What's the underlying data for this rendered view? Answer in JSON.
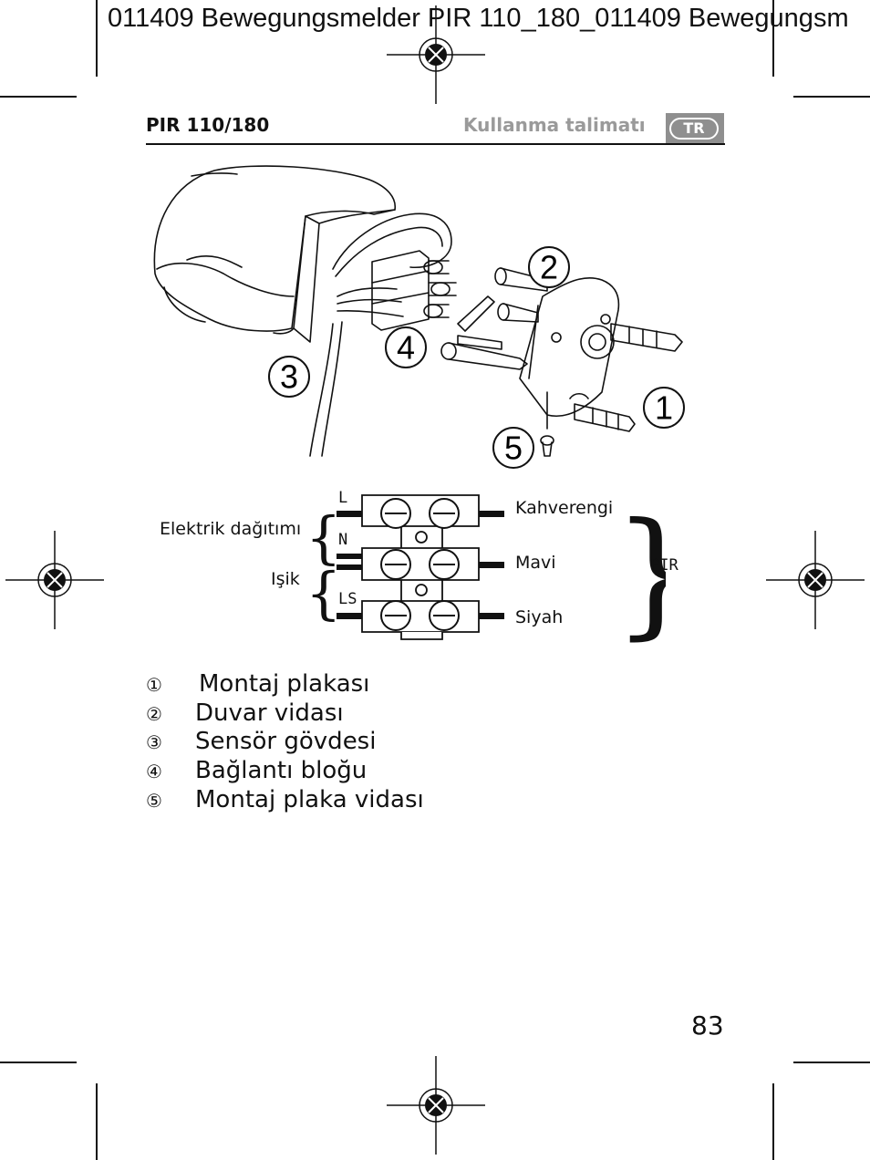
{
  "slug": "011409 Bewegungsmelder PIR 110_180_011409 Bewegungsm",
  "header": {
    "model": "PIR 110/180",
    "section": "Kullanma talimatı",
    "language_badge": "TR"
  },
  "figure": {
    "callouts": [
      "1",
      "2",
      "3",
      "4",
      "5"
    ]
  },
  "wiring": {
    "left_groups": [
      "Elektrik dağıtımı",
      "Işik"
    ],
    "terminals": [
      "L",
      "N",
      "LS"
    ],
    "wires": [
      "Kahverengi",
      "Mavi",
      "Siyah"
    ],
    "pir_label": "PIR"
  },
  "legend": [
    {
      "num": "①",
      "text": "Montaj plakası"
    },
    {
      "num": "②",
      "text": "Duvar vidası"
    },
    {
      "num": "③",
      "text": "Sensör gövdesi"
    },
    {
      "num": "④",
      "text": "Bağlantı bloğu"
    },
    {
      "num": "⑤",
      "text": "Montaj plaka vidası"
    }
  ],
  "page_number": "83"
}
